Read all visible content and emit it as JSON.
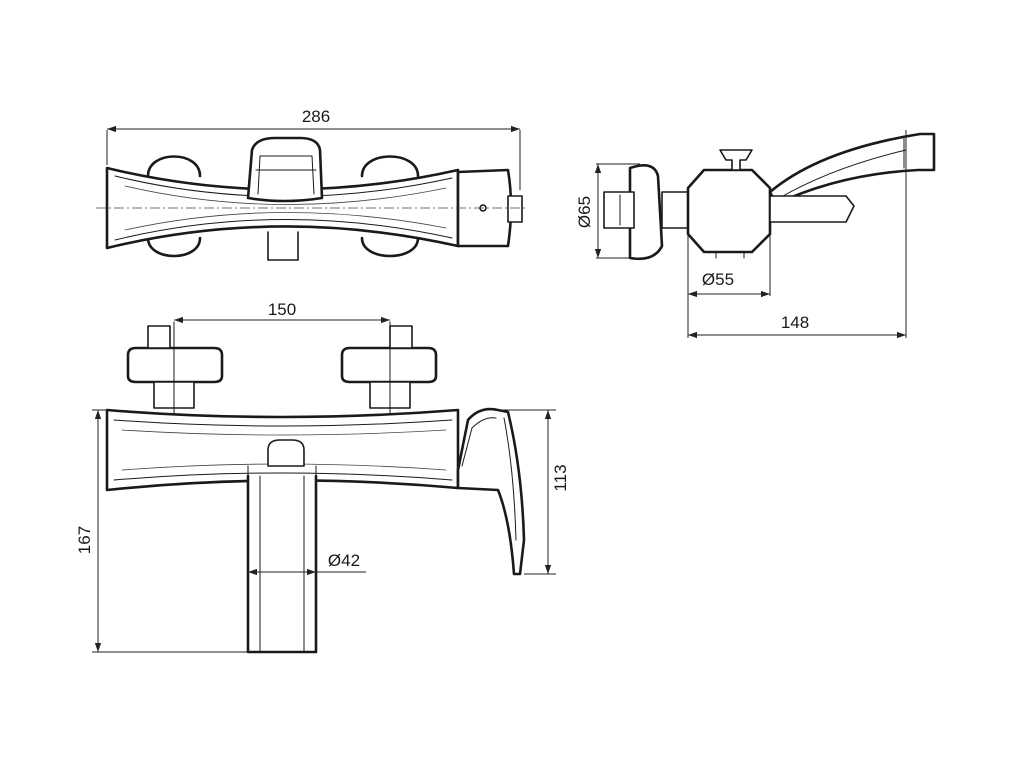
{
  "dimensions": {
    "total_width": "286",
    "inlet_spacing": "150",
    "total_height": "167",
    "spout_height": "113",
    "escutcheon_diameter": "Ø65",
    "body_diameter": "Ø55",
    "depth": "148",
    "outlet_diameter": "Ø42"
  }
}
